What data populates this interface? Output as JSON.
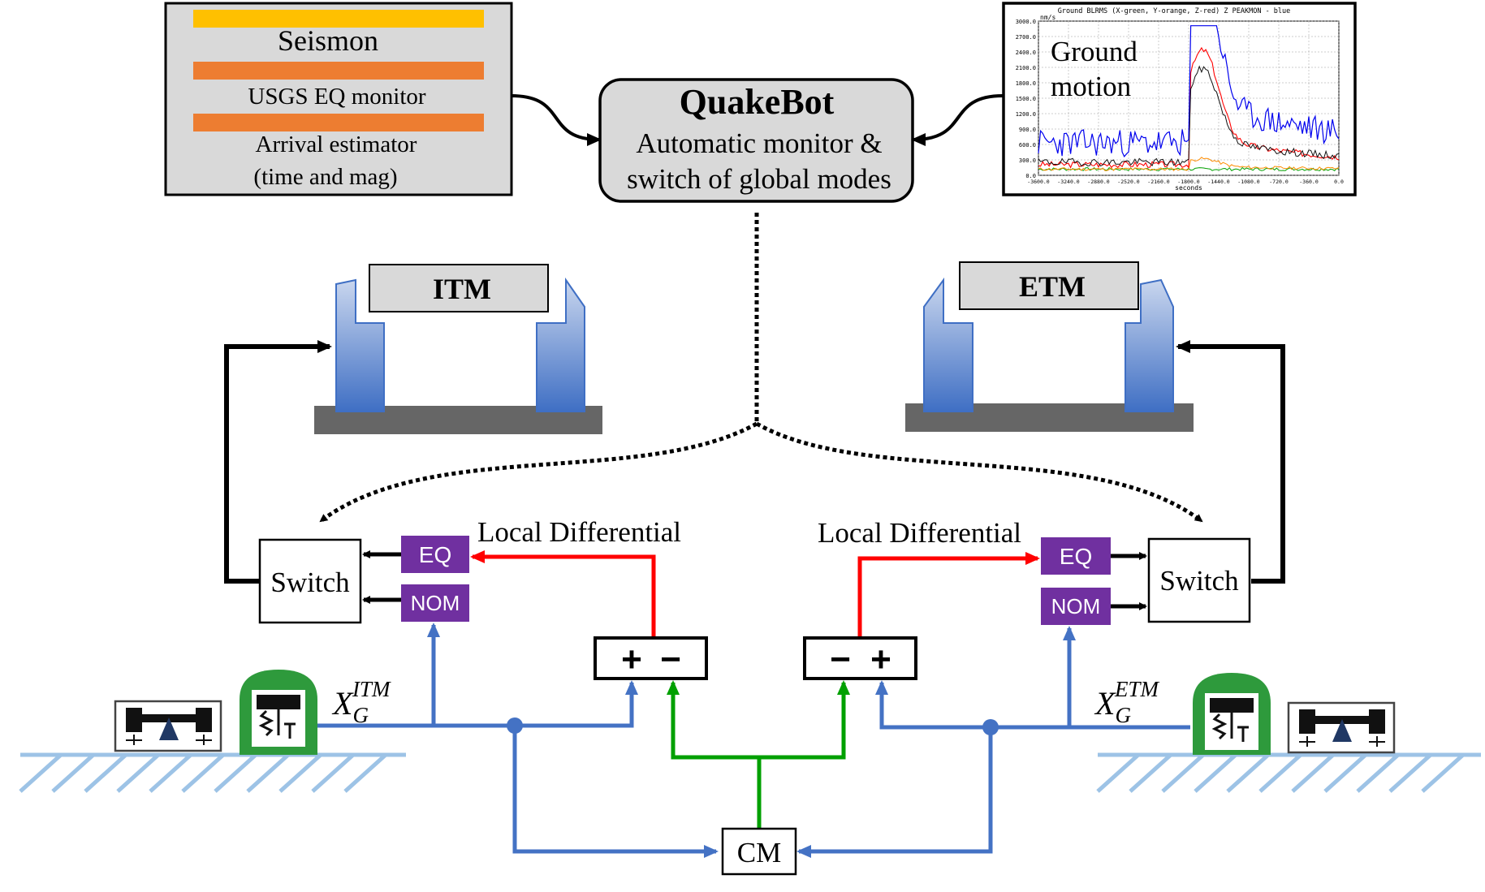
{
  "info_panel": {
    "line1": "Seismon",
    "line2": "USGS EQ monitor",
    "line3a": "Arrival estimator",
    "line3b": "(time and mag)",
    "bar_colors": [
      "#ffc000",
      "#ed7d31",
      "#ed7d31"
    ]
  },
  "quakebot": {
    "title": "QuakeBot",
    "desc1": "Automatic monitor &",
    "desc2": "switch of global modes"
  },
  "ground_plot": {
    "header": "Ground BLRMS (X-green, Y-orange, Z-red) Z PEAKMON - blue",
    "unit": "nm/s",
    "label1": "Ground",
    "label2": "motion",
    "yticks": [
      "3000.0",
      "2700.0",
      "2400.0",
      "2100.0",
      "1800.0",
      "1500.0",
      "1200.0",
      "900.0",
      "600.0",
      "300.0",
      "0.0"
    ],
    "xticks": [
      "-3600.0",
      "-3240.0",
      "-2880.0",
      "-2520.0",
      "-2160.0",
      "-1800.0",
      "-1440.0",
      "-1080.0",
      "-720.0",
      "-360.0",
      "0.0"
    ],
    "xlabel": "seconds"
  },
  "itm": {
    "label": "ITM",
    "signal_main": "X",
    "signal_sub": "G",
    "signal_sup": "ITM"
  },
  "etm": {
    "label": "ETM",
    "signal_main": "X",
    "signal_sub": "G",
    "signal_sup": "ETM"
  },
  "left_chain": {
    "switch": "Switch",
    "eq": "EQ",
    "nom": "NOM",
    "diff_label": "Local Differential",
    "sign1": "+",
    "sign2": "−"
  },
  "right_chain": {
    "switch": "Switch",
    "eq": "EQ",
    "nom": "NOM",
    "diff_label": "Local Differential",
    "sign1": "−",
    "sign2": "+"
  },
  "cm": {
    "label": "CM"
  },
  "colors": {
    "purple": "#7030a0",
    "blue": "#4472c4",
    "red": "#ff0000",
    "green": "#00a000",
    "sensor_green": "#2e9a3c",
    "ground": "#9dc3e6",
    "mirror": "#5b7fc4",
    "table": "#666666",
    "panel_gray": "#d9d9d9"
  }
}
